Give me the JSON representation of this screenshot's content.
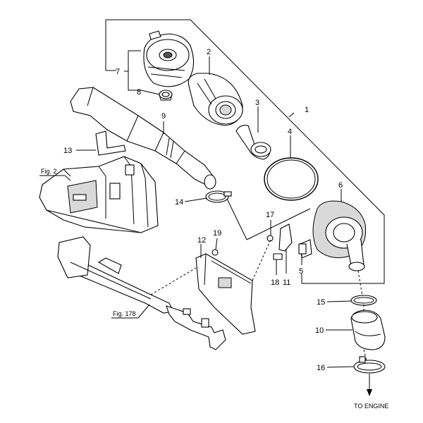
{
  "callouts": {
    "c1": "1",
    "c2": "2",
    "c3": "3",
    "c4": "4",
    "c5": "5",
    "c6": "6",
    "c7": "7",
    "c8": "8",
    "c9": "9",
    "c10": "10",
    "c11": "11",
    "c12": "12",
    "c13": "13",
    "c14": "14",
    "c15": "15",
    "c16": "16",
    "c17": "17",
    "c18": "18",
    "c19": "19"
  },
  "references": {
    "fig2": "Fig. 2",
    "fig178": "Fig. 178",
    "to_engine": "TO ENGINE"
  },
  "colors": {
    "line": "#000000",
    "highlight": "#e2cf1c",
    "background": "#ffffff"
  }
}
